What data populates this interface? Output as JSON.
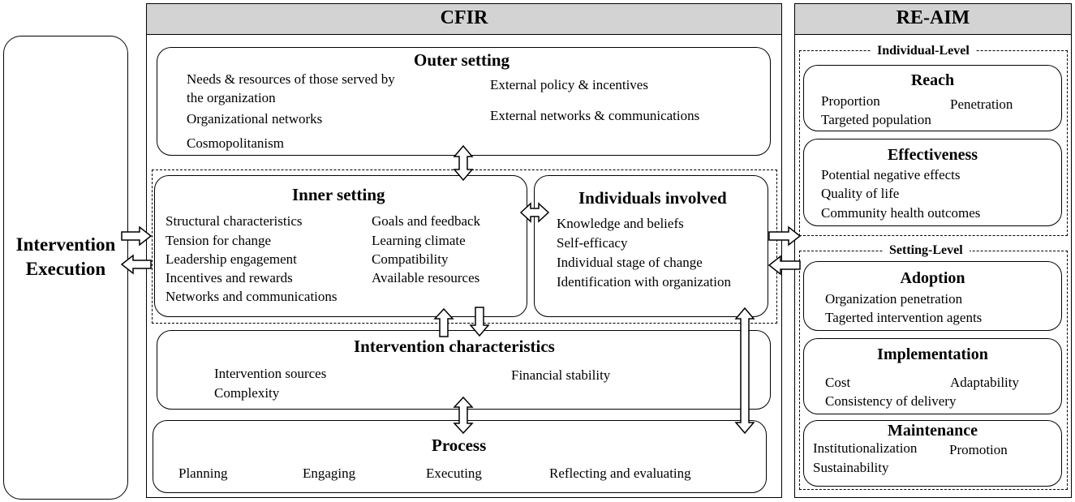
{
  "left": {
    "label_line1": "Intervention",
    "label_line2": "Execution"
  },
  "cfir": {
    "title": "CFIR",
    "outer": {
      "title": "Outer setting",
      "items_left": [
        "Needs & resources of those served by",
        "the organization",
        "Organizational networks",
        "Cosmopolitanism"
      ],
      "items_right": [
        "External policy & incentives",
        "External networks & communications"
      ]
    },
    "inner": {
      "title": "Inner setting",
      "items_left": [
        "Structural characteristics",
        "Tension for change",
        "Leadership engagement",
        "Incentives and rewards",
        "Networks and communications"
      ],
      "items_right": [
        "Goals and feedback",
        "Learning climate",
        "Compatibility",
        "Available resources"
      ]
    },
    "individuals": {
      "title": "Individuals involved",
      "items": [
        "Knowledge and beliefs",
        "Self-efficacy",
        "Individual stage of change",
        "Identification with organization"
      ]
    },
    "intervention": {
      "title": "Intervention characteristics",
      "items_left": [
        "Intervention sources",
        "Complexity"
      ],
      "items_right": [
        "Financial stability"
      ]
    },
    "process": {
      "title": "Process",
      "items": [
        "Planning",
        "Engaging",
        "Executing",
        "Reflecting and evaluating"
      ]
    }
  },
  "reaim": {
    "title": "RE-AIM",
    "individual_level": "Individual-Level",
    "setting_level": "Setting-Level",
    "reach": {
      "title": "Reach",
      "items": [
        "Proportion",
        "Penetration",
        "Targeted population"
      ]
    },
    "effectiveness": {
      "title": "Effectiveness",
      "items": [
        "Potential negative effects",
        "Quality of life",
        "Community health outcomes"
      ]
    },
    "adoption": {
      "title": "Adoption",
      "items": [
        "Organization penetration",
        "Tagerted intervention agents"
      ]
    },
    "implementation": {
      "title": "Implementation",
      "items": [
        "Cost",
        "Adaptability",
        "Consistency of delivery"
      ]
    },
    "maintenance": {
      "title": "Maintenance",
      "items": [
        "Institutionalization",
        "Promotion",
        "Sustainability"
      ]
    }
  }
}
